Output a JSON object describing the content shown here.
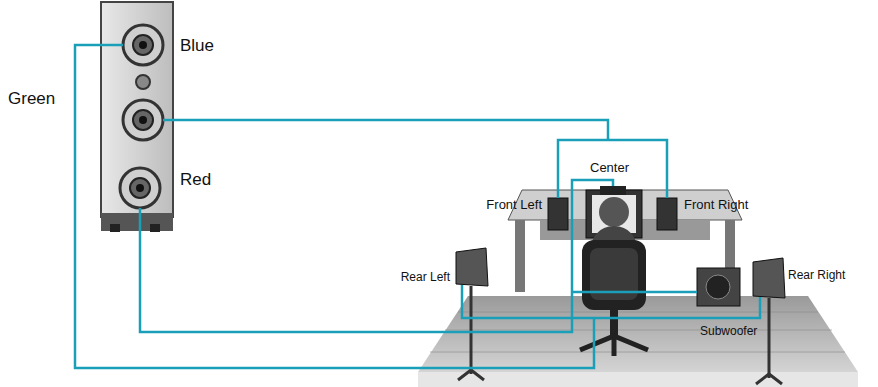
{
  "diagram": {
    "nodes": [
      {
        "text": [
          "Center"
        ]
      },
      {
        "text": [
          "Front Left"
        ]
      },
      {
        "text": [
          "Front Right"
        ]
      },
      {
        "text": [
          "Rear Left"
        ]
      },
      {
        "text": [
          "Rear Right"
        ]
      },
      {
        "text": [
          "Subwoofer"
        ]
      }
    ],
    "labels": [
      "Blue",
      "Green",
      "Red"
    ]
  }
}
